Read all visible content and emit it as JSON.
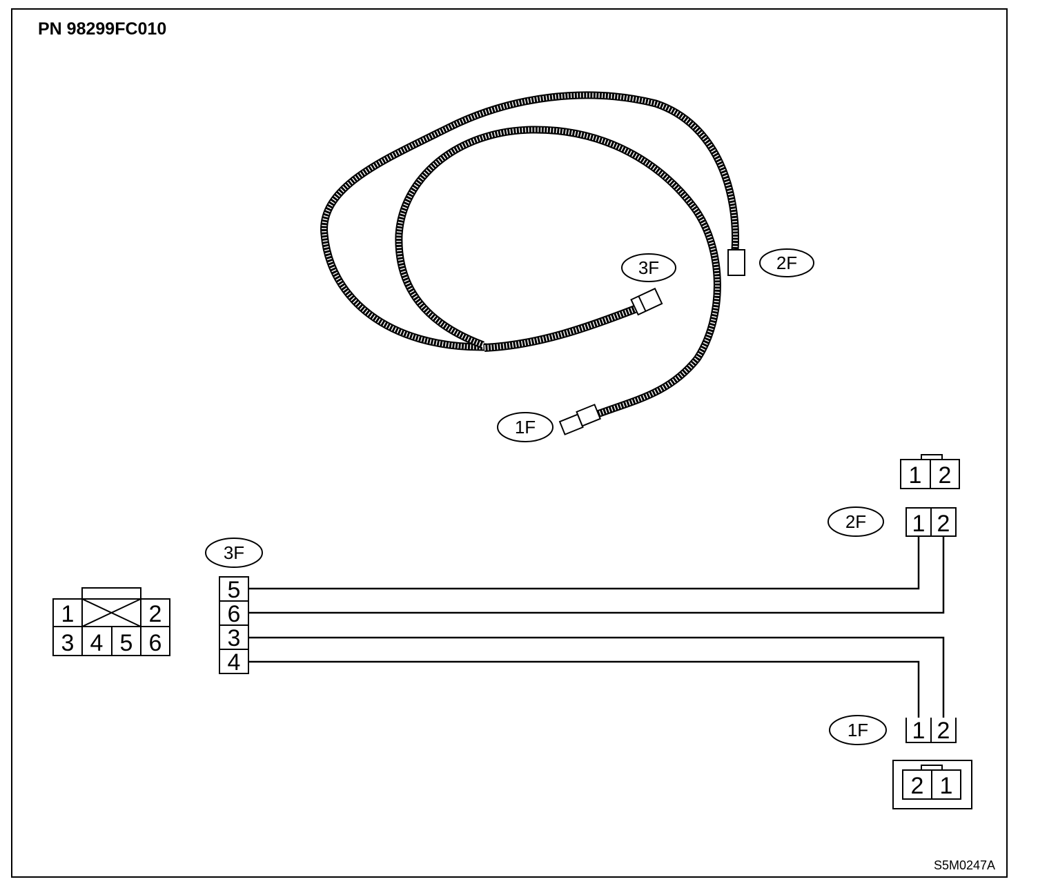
{
  "title": "PN 98299FC010",
  "figure_code": "S5M0247A",
  "harness_labels": {
    "c3f": "3F",
    "c2f": "2F",
    "c1f": "1F"
  },
  "connector_3f_face": {
    "top": [
      "1",
      "2"
    ],
    "bottom": [
      "3",
      "4",
      "5",
      "6"
    ]
  },
  "connector_3f": {
    "label": "3F",
    "pins": [
      "5",
      "6",
      "3",
      "4"
    ]
  },
  "connector_2f_face": {
    "pins": [
      "1",
      "2"
    ]
  },
  "connector_2f": {
    "label": "2F",
    "pins": [
      "1",
      "2"
    ]
  },
  "connector_1f": {
    "label": "1F",
    "pins": [
      "1",
      "2"
    ]
  },
  "connector_1f_face": {
    "pins": [
      "2",
      "1"
    ]
  },
  "colors": {
    "line": "#000000",
    "background": "#ffffff"
  }
}
